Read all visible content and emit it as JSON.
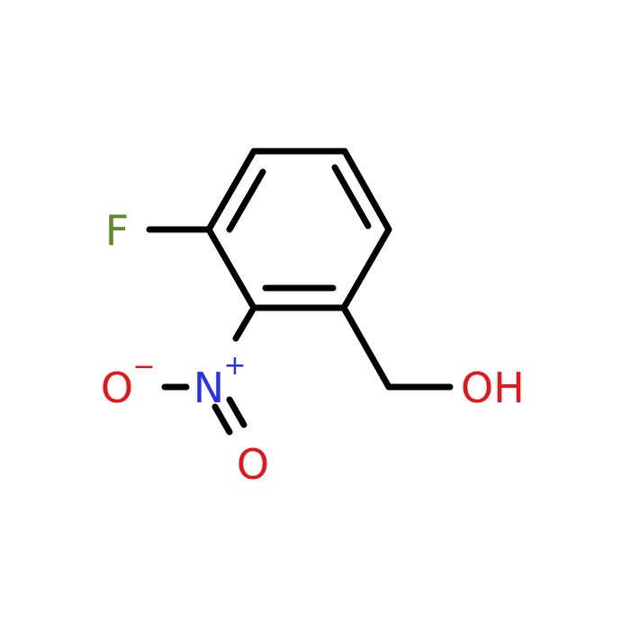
{
  "molecule": {
    "atoms": {
      "fluorine": {
        "symbol": "F",
        "color": "#5b8c2a"
      },
      "nitrogen": {
        "symbol": "N",
        "charge": "+",
        "color": "#2632e6"
      },
      "oxygen_minus": {
        "symbol": "O",
        "charge": "−",
        "color": "#e8141b"
      },
      "oxygen_double": {
        "symbol": "O",
        "color": "#e8141b"
      },
      "hydroxyl": {
        "symbol": "OH",
        "color": "#e8141b"
      }
    },
    "bond_color": "#000000"
  }
}
